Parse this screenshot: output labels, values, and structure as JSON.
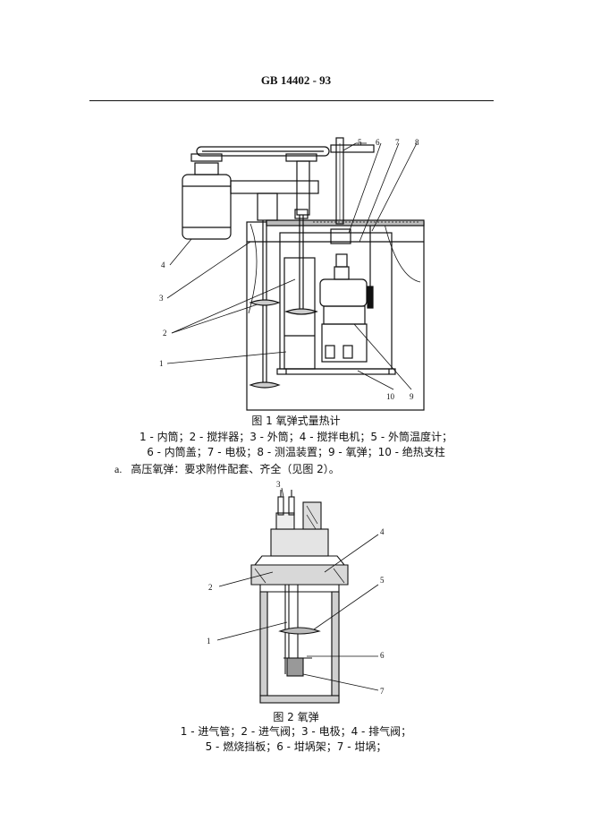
{
  "header": {
    "standard_code": "GB 14402 - 93"
  },
  "figure1": {
    "caption": "图 1  氧弹式量热计",
    "legend_line1": "1 - 内筒；2 - 搅拌器；3 - 外筒；4 - 搅拌电机；5 - 外筒温度计；",
    "legend_line2": "6 - 内筒盖；7 - 电极；8 - 测温装置；9 - 氧弹；10 - 绝热支柱",
    "callouts": [
      "1",
      "2",
      "3",
      "4",
      "5",
      "6",
      "7",
      "8",
      "9",
      "10"
    ]
  },
  "item_a": {
    "label": "a.",
    "text": "高压氧弹：要求附件配套、齐全（见图 2）。"
  },
  "figure2": {
    "caption": "图 2    氧弹",
    "legend_line1": "1 - 进气管；2 - 进气阀；3 - 电极；4 - 排气阀；",
    "legend_line2": "5 - 燃烧挡板；6 - 坩埚架；7 - 坩埚；",
    "callouts": [
      "1",
      "2",
      "3",
      "4",
      "5",
      "6",
      "7"
    ]
  }
}
